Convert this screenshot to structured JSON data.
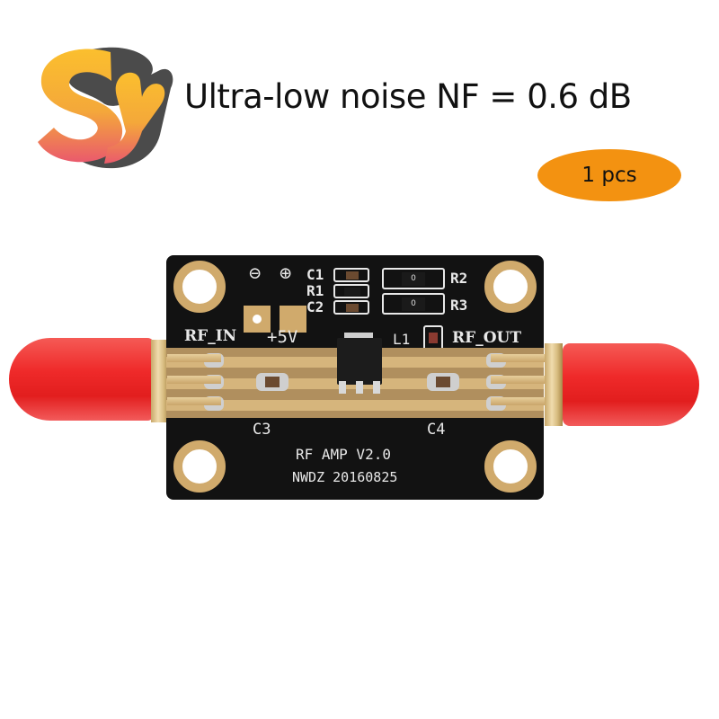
{
  "brand": {
    "logo_letters": "SY",
    "logo_colors": {
      "top": "#fbbf2e",
      "bottom": "#ec5a6a",
      "shadow": "#2b2b2b"
    }
  },
  "headline": "Ultra-low noise NF = 0.6 dB",
  "quantity_badge": {
    "label": "1 pcs",
    "color": "#f39211"
  },
  "product": {
    "description": "RF low-noise amplifier module with SMA connectors and red caps",
    "silkscreen": {
      "minus": "⊖",
      "plus": "⊕",
      "c1": "C1",
      "r1": "R1",
      "c2": "C2",
      "r2": "R2",
      "r3": "R3",
      "rf_in": "RF_IN",
      "vcc": "+5V",
      "l1": "L1",
      "rf_out": "RF_OUT",
      "c3": "C3",
      "c4": "C4",
      "board_name": "RF AMP V2.0",
      "board_date": "NWDZ 20160825",
      "resistor_marking": "0"
    },
    "colors": {
      "pcb": "#121212",
      "gold": "#d0aa6c",
      "cap_red": "#e8262a"
    }
  }
}
